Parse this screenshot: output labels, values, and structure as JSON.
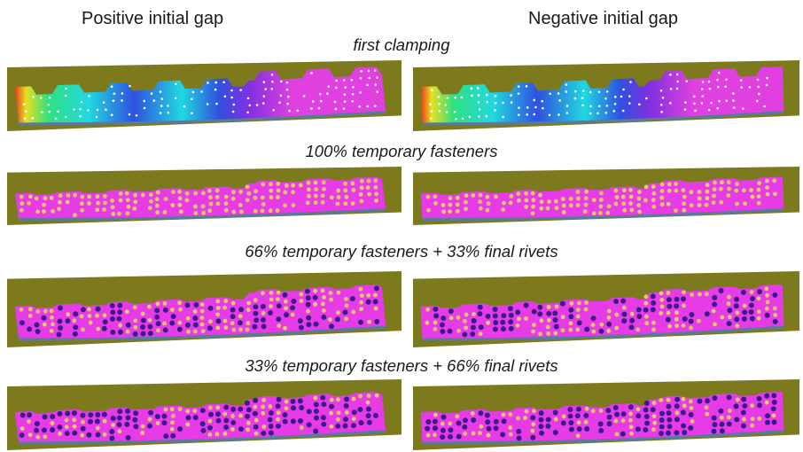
{
  "headers": {
    "left": "Positive initial gap",
    "right": "Negative initial gap"
  },
  "rows": [
    {
      "label": "first clamping",
      "mode": "contour"
    },
    {
      "label": "100% temporary fasteners",
      "mode": "temp"
    },
    {
      "label": "66% temporary fasteners + 33% final rivets",
      "mode": "mix66"
    },
    {
      "label": "33% temporary fasteners + 66% final rivets",
      "mode": "mix33"
    }
  ],
  "colors": {
    "background_plate": "#7c7a1c",
    "plate_edge": "#4d4b10",
    "strip_magenta": "#e83be8",
    "strip_edge": "#5a7a9a",
    "temp_fastener": "#e8c868",
    "final_rivet": "#3a1a8c",
    "contour_hot": "#e83a1a",
    "contour_yellow": "#e8e020",
    "contour_green": "#30e080",
    "contour_cyan": "#20d8e0",
    "contour_blue": "#3050e0",
    "contour_purple": "#8030e0",
    "contour_magenta": "#e040e0"
  }
}
